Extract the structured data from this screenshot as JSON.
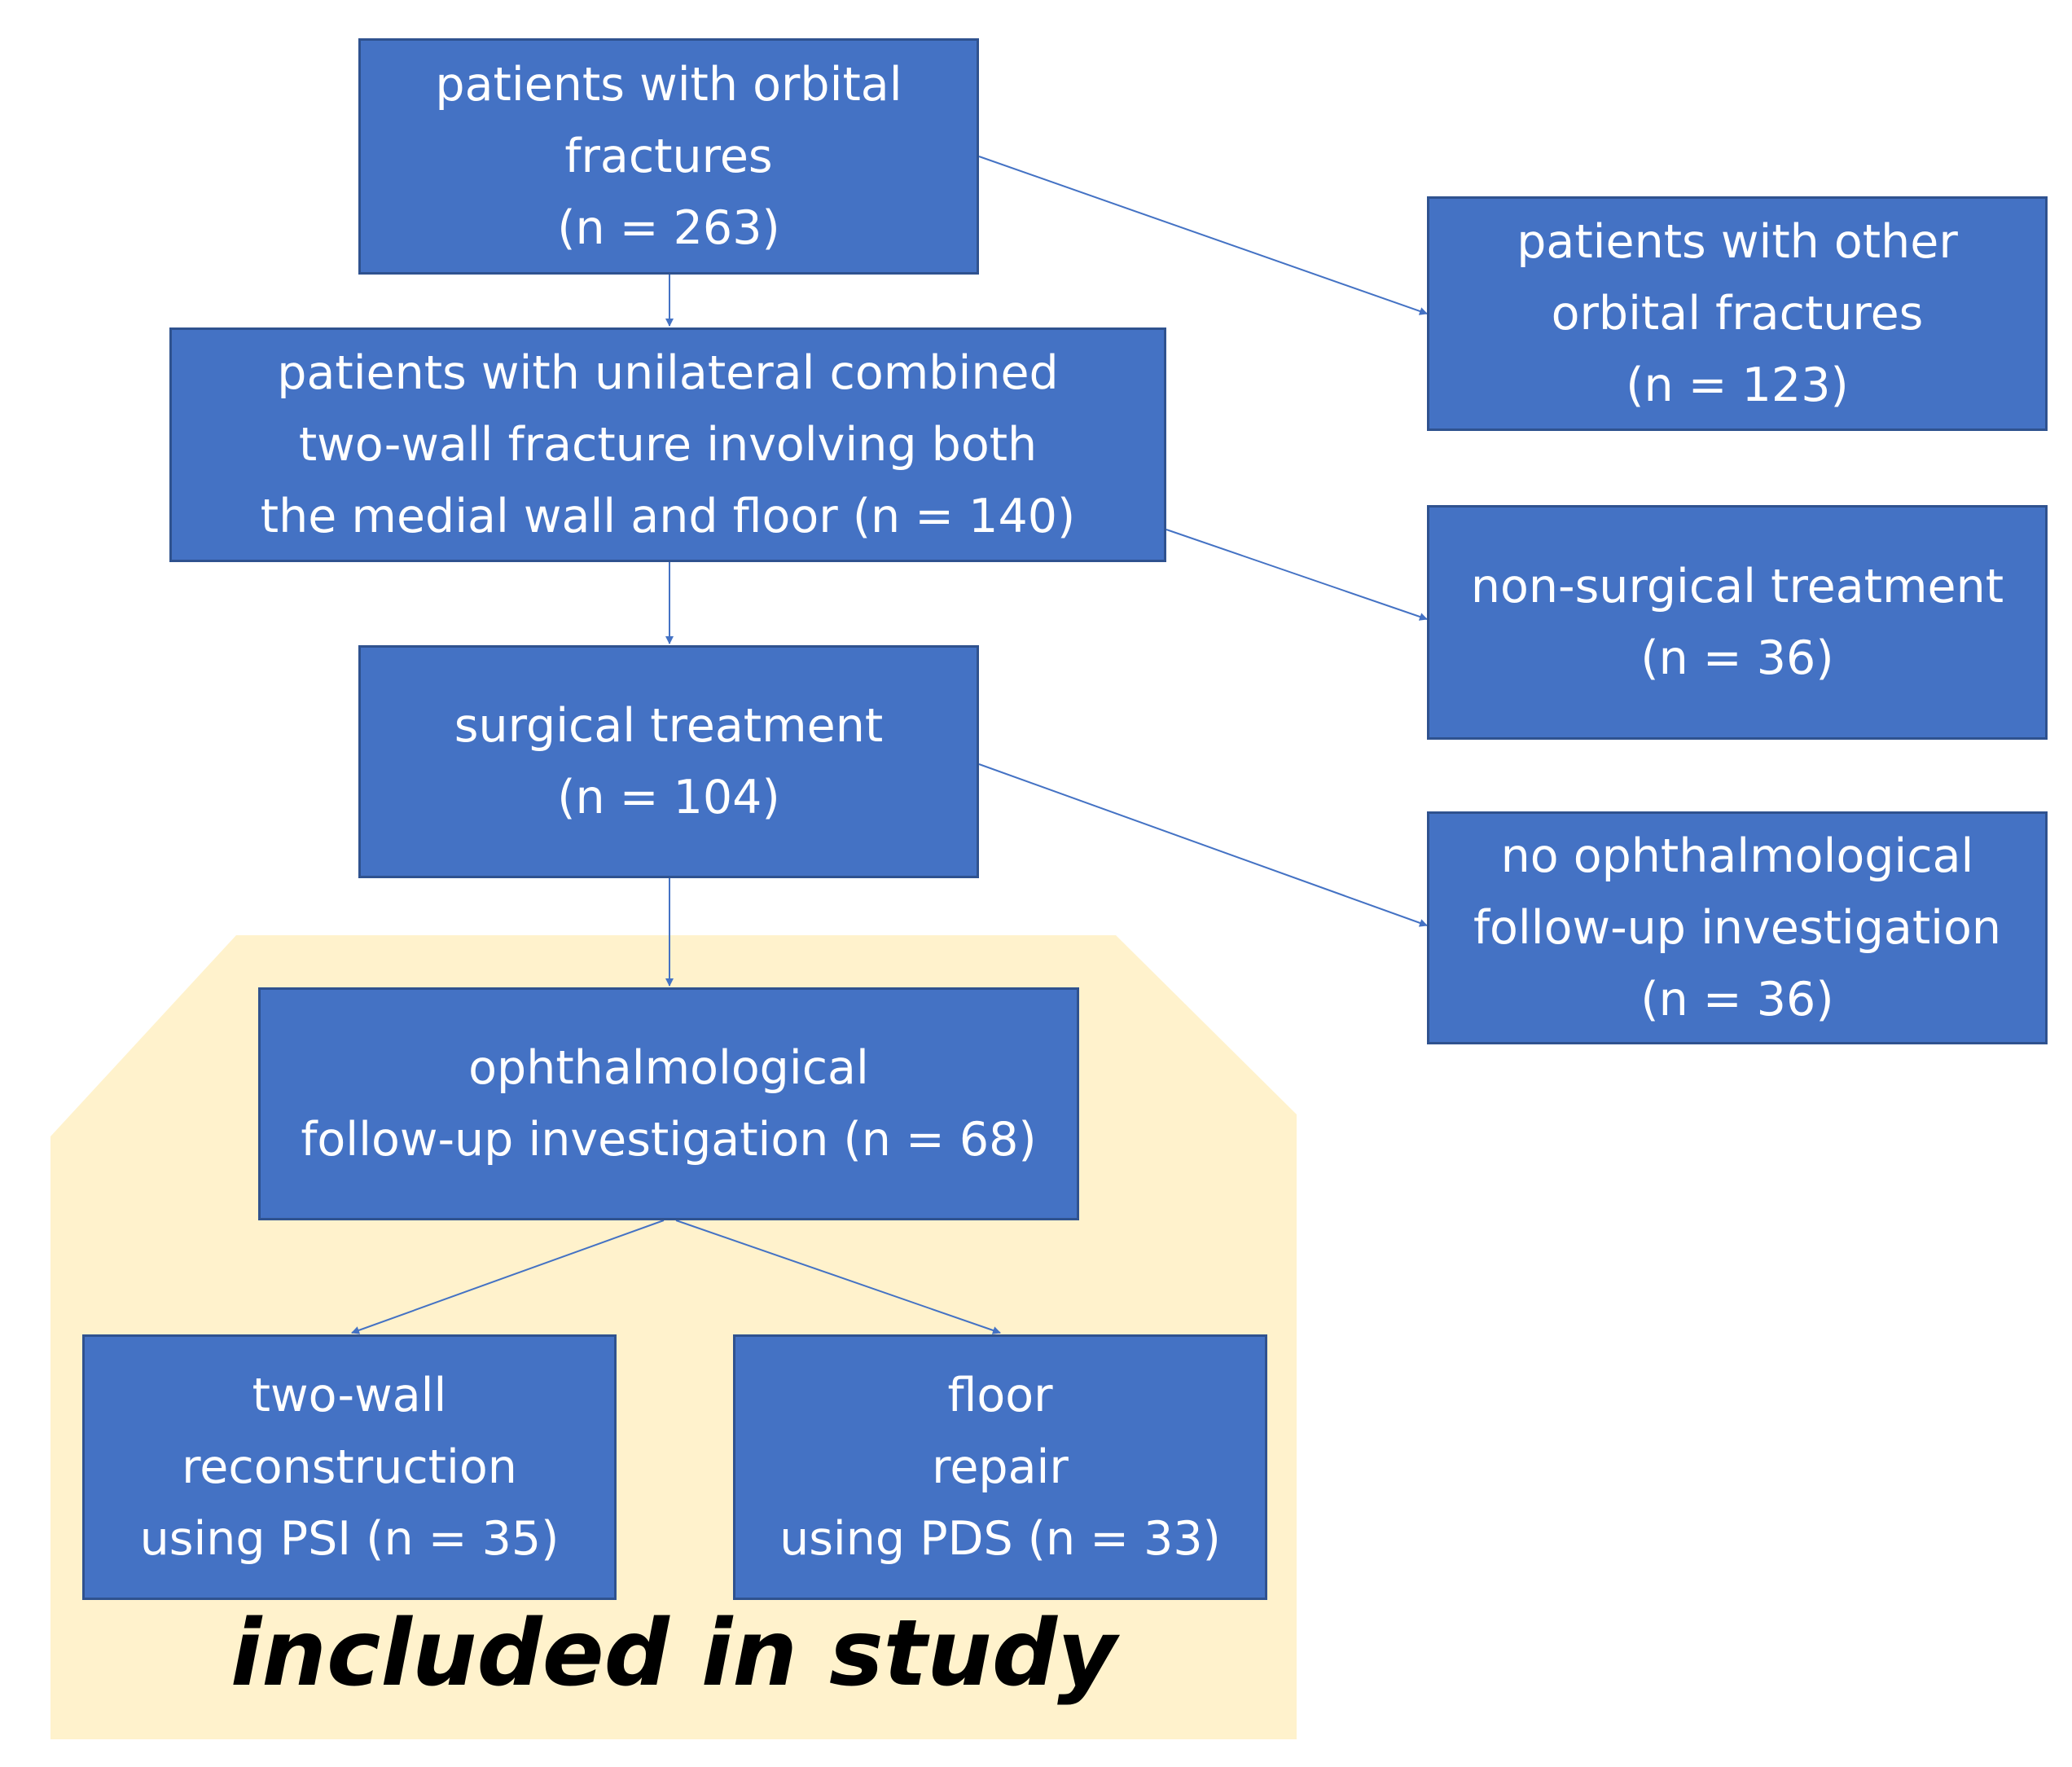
{
  "colors": {
    "box_fill": "#4472c4",
    "box_border": "#2f528f",
    "box_text": "#ffffff",
    "arrow": "#4472c4",
    "region_fill": "#fff2cc",
    "region_text": "#000000"
  },
  "boxes": {
    "all_patients": {
      "lines": [
        "patients with orbital",
        "fractures",
        "(n = 263)"
      ]
    },
    "unilateral": {
      "lines": [
        "patients with unilateral combined",
        "two-wall fracture involving both",
        "the medial wall and floor (n = 140)"
      ]
    },
    "surgical": {
      "lines": [
        "surgical treatment",
        "(n = 104)"
      ]
    },
    "followup": {
      "lines": [
        "ophthalmological",
        "follow-up investigation (n = 68)"
      ]
    },
    "psi": {
      "lines": [
        "two-wall",
        "reconstruction",
        "using PSI (n = 35)"
      ]
    },
    "pds": {
      "lines": [
        "floor",
        "repair",
        "using PDS (n = 33)"
      ]
    },
    "other_fractures": {
      "lines": [
        "patients with other",
        "orbital fractures",
        "(n = 123)"
      ]
    },
    "non_surgical": {
      "lines": [
        "non-surgical treatment",
        "(n = 36)"
      ]
    },
    "no_followup": {
      "lines": [
        "no ophthalmological",
        "follow-up investigation",
        "(n = 36)"
      ]
    }
  },
  "study_region": {
    "label": "included in study"
  }
}
